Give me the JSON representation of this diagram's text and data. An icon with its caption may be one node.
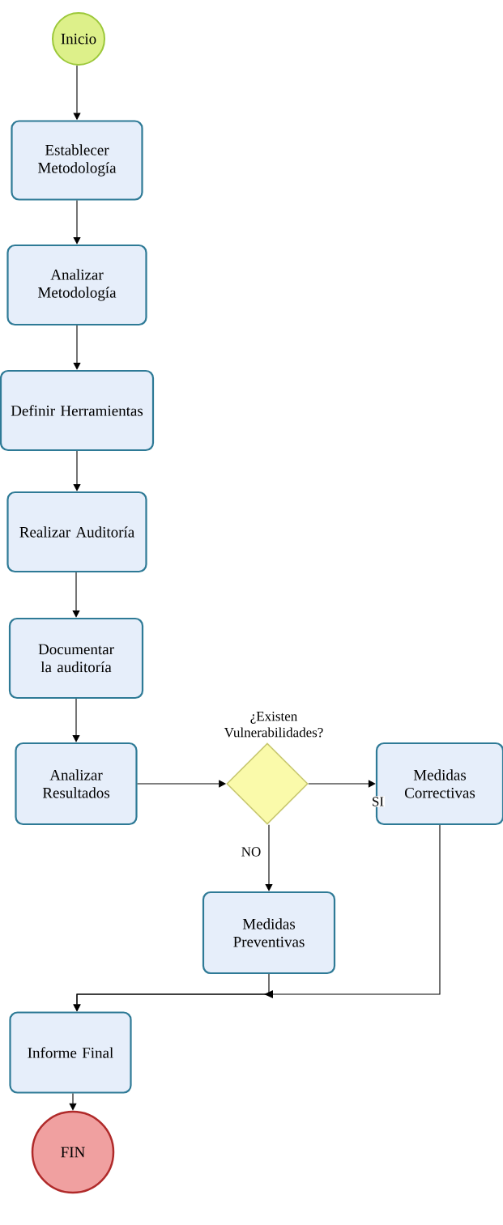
{
  "diagram": {
    "nodes": [
      {
        "text": [
          "Inicio"
        ]
      },
      {
        "text": [
          "Establecer Metodología"
        ]
      },
      {
        "text": [
          "Analizar Metodología"
        ]
      },
      {
        "text": [
          "Definir Herramientas"
        ]
      },
      {
        "text": [
          "Realizar Auditoría"
        ]
      },
      {
        "text": [
          "Documentar la auditoría"
        ]
      },
      {
        "text": [
          "Analizar Resultados"
        ]
      },
      {
        "text": [
          "¿Existen Vulnerabilidades?"
        ]
      },
      {
        "text": [
          "Medidas Correctivas"
        ]
      },
      {
        "text": [
          "Medidas Preventivas"
        ]
      },
      {
        "text": [
          "Informe Final"
        ]
      },
      {
        "text": [
          "FIN"
        ]
      }
    ],
    "edges": [
      {
        "from": 0,
        "to": 1,
        "arrow": "to"
      },
      {
        "from": 1,
        "to": 2,
        "arrow": "to"
      },
      {
        "from": 2,
        "to": 3,
        "arrow": "to"
      },
      {
        "from": 3,
        "to": 4,
        "arrow": "to"
      },
      {
        "from": 4,
        "to": 5,
        "arrow": "to"
      },
      {
        "from": 5,
        "to": 6,
        "arrow": "to"
      },
      {
        "from": 6,
        "to": 7,
        "arrow": "to"
      },
      {
        "from": 7,
        "to": 8,
        "arrow": "to",
        "label": "SI"
      },
      {
        "from": 7,
        "to": 9,
        "arrow": "to",
        "label": "NO"
      },
      {
        "from": 9,
        "to": 10,
        "arrow": "to"
      },
      {
        "from": 8,
        "to": 10,
        "arrow": "to"
      },
      {
        "from": 10,
        "to": 11,
        "arrow": "to"
      }
    ]
  }
}
